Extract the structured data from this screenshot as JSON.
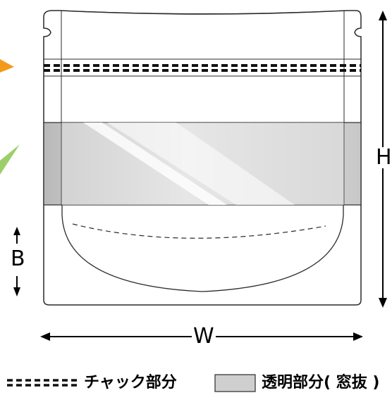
{
  "dimensions": {
    "height": "H",
    "width": "W",
    "bottom": "B"
  },
  "legend": {
    "zipper_label": "チャック部分",
    "window_label": "透明部分( 窓抜 )"
  },
  "colors": {
    "outline": "#2a2a2a",
    "window_fill": "#c9c9c9",
    "orange_marker": "#f39a1d",
    "green_marker": "#9ccf6a"
  }
}
